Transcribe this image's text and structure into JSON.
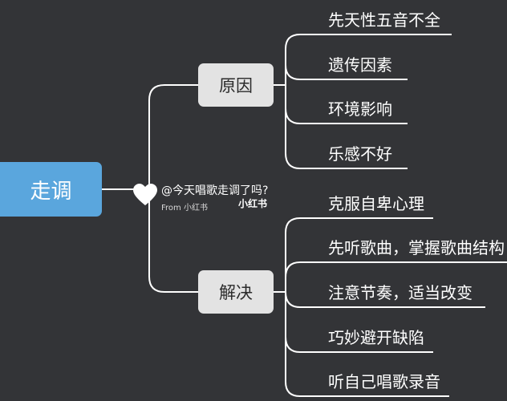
{
  "root": {
    "label": "走调"
  },
  "branches": [
    {
      "label": "原因",
      "children": [
        "先天性五音不全",
        "遗传因素",
        "环境影响",
        "乐感不好"
      ]
    },
    {
      "label": "解决",
      "children": [
        "克服自卑心理",
        "先听歌曲，掌握歌曲结构",
        "注意节奏，适当改变",
        "巧妙避开缺陷",
        "听自己唱歌录音"
      ]
    }
  ],
  "watermark": {
    "title": "@今天唱歌走调了吗?",
    "from": "From 小红书",
    "logo": "小红书"
  },
  "colors": {
    "background": "#333437",
    "root": "#5aa6dd",
    "branch": "#e3e3e3",
    "line": "#ffffff"
  }
}
